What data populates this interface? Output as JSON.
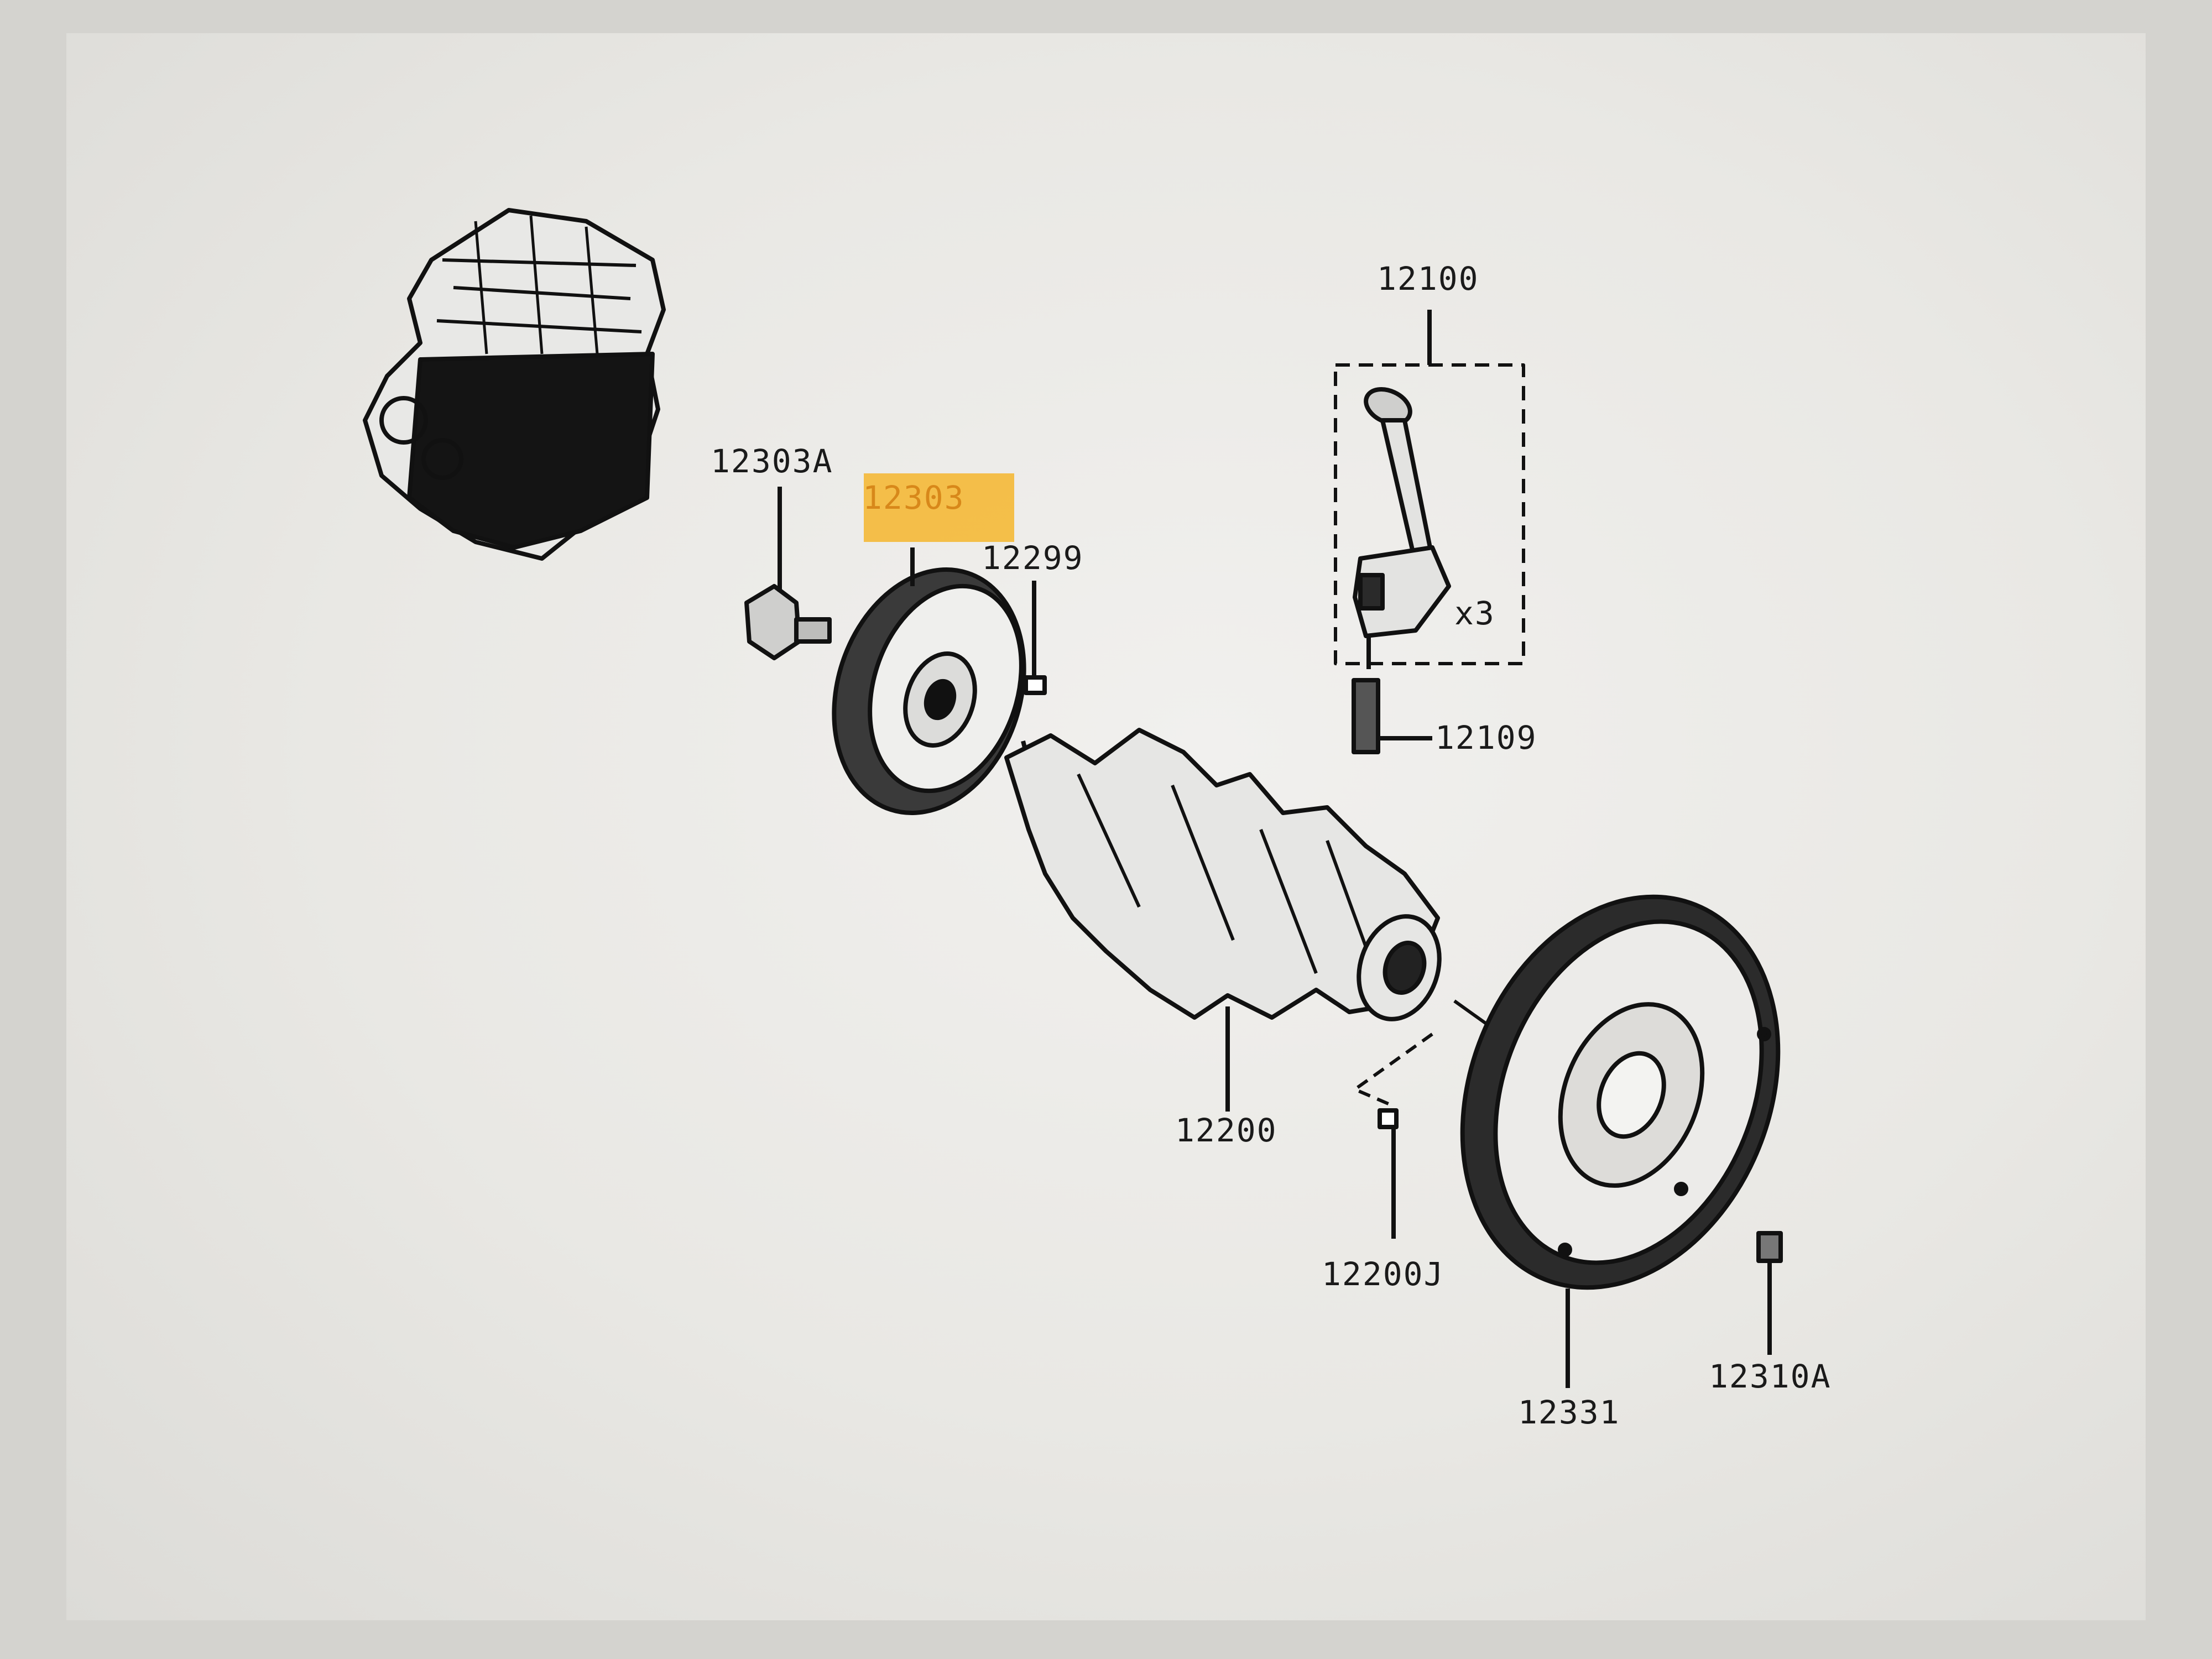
{
  "diagram": {
    "part_labels": {
      "p12100": "12100",
      "p12303A": "12303A",
      "p12303": "12303",
      "p12299": "12299",
      "p12109": "12109",
      "p12200": "12200",
      "p12200J": "12200J",
      "p12331": "12331",
      "p12310A": "12310A"
    },
    "quantity_note": "x3",
    "highlighted_part": "12303",
    "highlight_color": "#f5b62d"
  }
}
